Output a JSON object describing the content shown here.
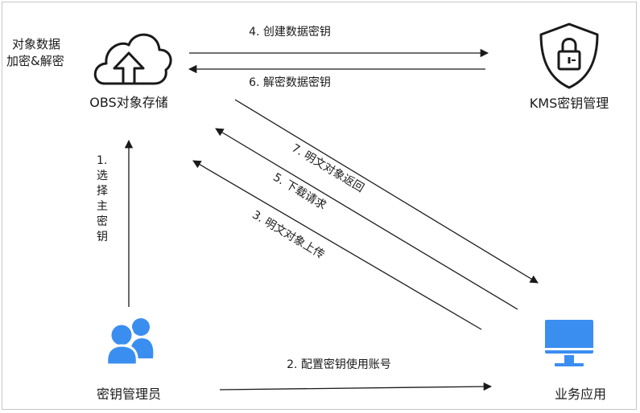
{
  "nodes": {
    "obs": {
      "name": "OBS对象存储",
      "side_note_line1": "对象数据",
      "side_note_line2": "加密&解密"
    },
    "kms": {
      "name": "KMS密钥管理"
    },
    "admin": {
      "name": "密钥管理员"
    },
    "app": {
      "name": "业务应用"
    }
  },
  "steps": {
    "s1_num": "1.",
    "s1_chars": [
      "选",
      "择",
      "主",
      "密",
      "钥"
    ],
    "s2": "2. 配置密钥使用账号",
    "s3": "3. 明文对象上传",
    "s4": "4. 创建数据密钥",
    "s5": "5. 下载请求",
    "s6": "6. 解密数据密钥",
    "s7": "7. 明文对象返回"
  },
  "colors": {
    "icon_blue": "#3a8ef0",
    "line": "#1a1a1a",
    "border": "#c8c8c8"
  }
}
